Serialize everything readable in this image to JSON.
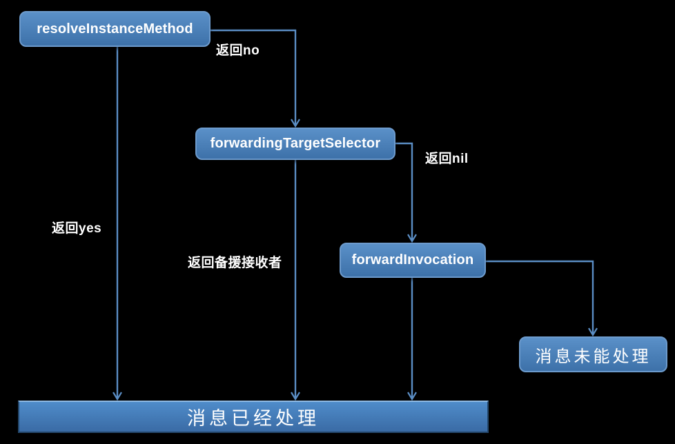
{
  "diagram": {
    "title_semantics": "Objective-C message forwarding flow",
    "nodes": {
      "resolve": {
        "label": "resolveInstanceMethod"
      },
      "forwarding_target": {
        "label": "forwardingTargetSelector"
      },
      "forward_invocation": {
        "label": "forwardInvocation"
      },
      "unhandled": {
        "label": "消息未能处理"
      },
      "handled": {
        "label": "消息已经处理"
      }
    },
    "edge_labels": {
      "return_no": {
        "label": "返回no"
      },
      "return_yes": {
        "label": "返回yes"
      },
      "return_nil": {
        "label": "返回nil"
      },
      "return_backup": {
        "label": "返回备援接收者"
      }
    }
  },
  "colors": {
    "bg": "#000000",
    "accent": "#5b8ec5",
    "node-top": "#5a90c8",
    "node-bottom": "#3d71a9",
    "node-border": "#6d9bcd",
    "bar-top": "#4f8cca",
    "bar-bottom": "#3a6ba5"
  }
}
